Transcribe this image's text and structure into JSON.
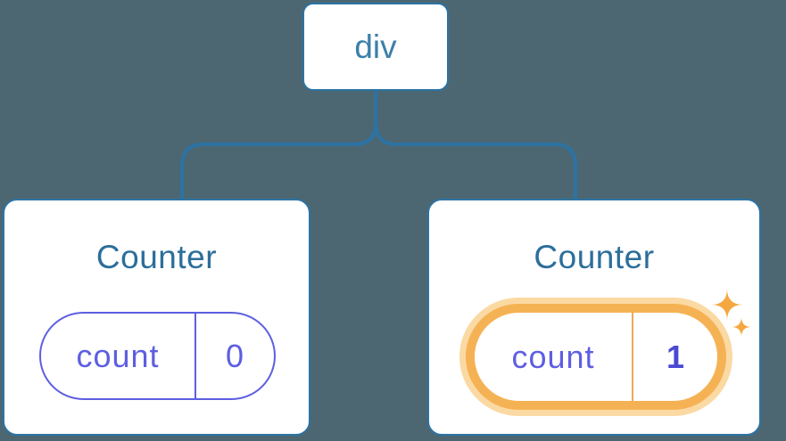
{
  "diagram": {
    "description_role": "react-component-tree",
    "root_node": {
      "label": "div"
    },
    "cards": [
      {
        "title": "Counter",
        "state": {
          "name": "count",
          "value": "0"
        },
        "highlighted": false
      },
      {
        "title": "Counter",
        "state": {
          "name": "count",
          "value": "1"
        },
        "highlighted": true
      }
    ]
  },
  "icons": {
    "sparkle_large": "✦",
    "sparkle_small": "✦"
  },
  "colors": {
    "canvas_bg": "#4C6772",
    "line": "#2C73A4",
    "card_border": "#2C73A4",
    "root_text": "#3C7FA9",
    "title_text": "#2C6E9B",
    "pill_border": "#5E5EE2",
    "pill_text": "#5E5EE2",
    "pill_value_bold": "#4A49D4",
    "highlight_ring": "#F5B254",
    "highlight_glow": "#FBD9A3",
    "highlight_divider": "#ECA95B",
    "sparkle": "#F5A841"
  }
}
